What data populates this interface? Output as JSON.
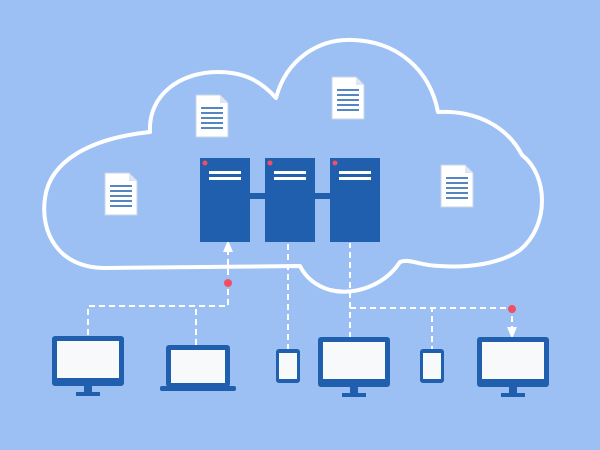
{
  "colors": {
    "background": "#9cc0f4",
    "cloud_outline": "#ffffff",
    "server_fill": "#1f5fae",
    "server_detail": "#ffffff",
    "server_led": "#f24f63",
    "device_frame": "#1f5fae",
    "device_screen": "#f7f9fb",
    "document_paper": "#ffffff",
    "document_lines": "#1f5fae",
    "connection_line": "#ffffff",
    "connection_node": "#f24f63"
  },
  "cloud": {
    "icon": "cloud-outline"
  },
  "servers": [
    {
      "name": "server-1",
      "led_color": "#f24f63"
    },
    {
      "name": "server-2",
      "led_color": "#f24f63"
    },
    {
      "name": "server-3",
      "led_color": "#f24f63"
    }
  ],
  "documents": [
    {
      "name": "document-top-left",
      "icon": "document"
    },
    {
      "name": "document-top-center",
      "icon": "document"
    },
    {
      "name": "document-left",
      "icon": "document"
    },
    {
      "name": "document-right",
      "icon": "document"
    }
  ],
  "devices": [
    {
      "name": "desktop-monitor-1",
      "icon": "monitor"
    },
    {
      "name": "laptop",
      "icon": "laptop"
    },
    {
      "name": "smartphone-1",
      "icon": "smartphone"
    },
    {
      "name": "desktop-monitor-2",
      "icon": "monitor"
    },
    {
      "name": "smartphone-2",
      "icon": "smartphone"
    },
    {
      "name": "desktop-monitor-3",
      "icon": "monitor"
    }
  ]
}
